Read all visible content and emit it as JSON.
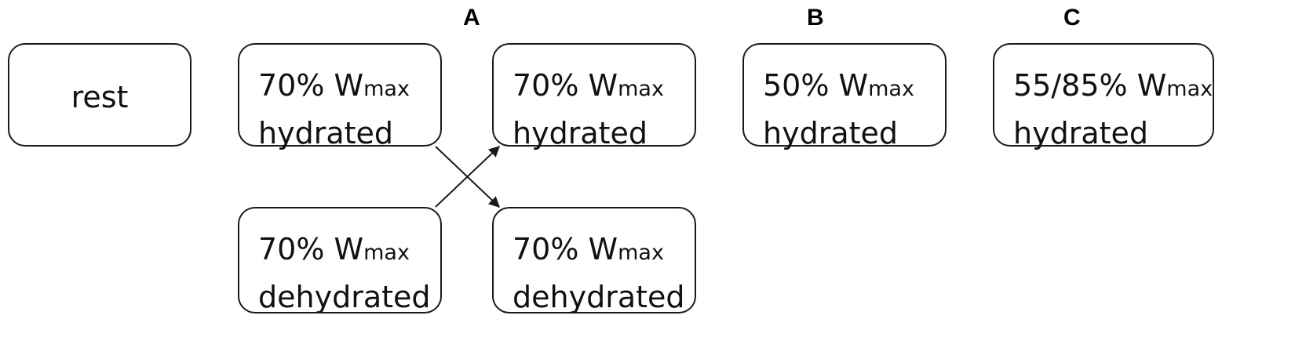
{
  "section_labels": {
    "a": "A",
    "b": "B",
    "c": "C"
  },
  "boxes": {
    "rest": {
      "text": "rest"
    },
    "a_hydrated_start": {
      "value": "70% W",
      "sub": "max",
      "state": "hydrated"
    },
    "a_hydrated_end": {
      "value": "70% W",
      "sub": "max",
      "state": "hydrated"
    },
    "a_dehydrated_start": {
      "value": "70% W",
      "sub": "max",
      "state": "dehydrated"
    },
    "a_dehydrated_end": {
      "value": "70% W",
      "sub": "max",
      "state": "dehydrated"
    },
    "b_hydrated": {
      "value": "50% W",
      "sub": "max",
      "state": "hydrated"
    },
    "c_hydrated": {
      "value": "55/85% W",
      "sub": "max",
      "state": "hydrated"
    }
  },
  "colors": {
    "stroke": "#1a1a1a",
    "text": "#111111"
  }
}
